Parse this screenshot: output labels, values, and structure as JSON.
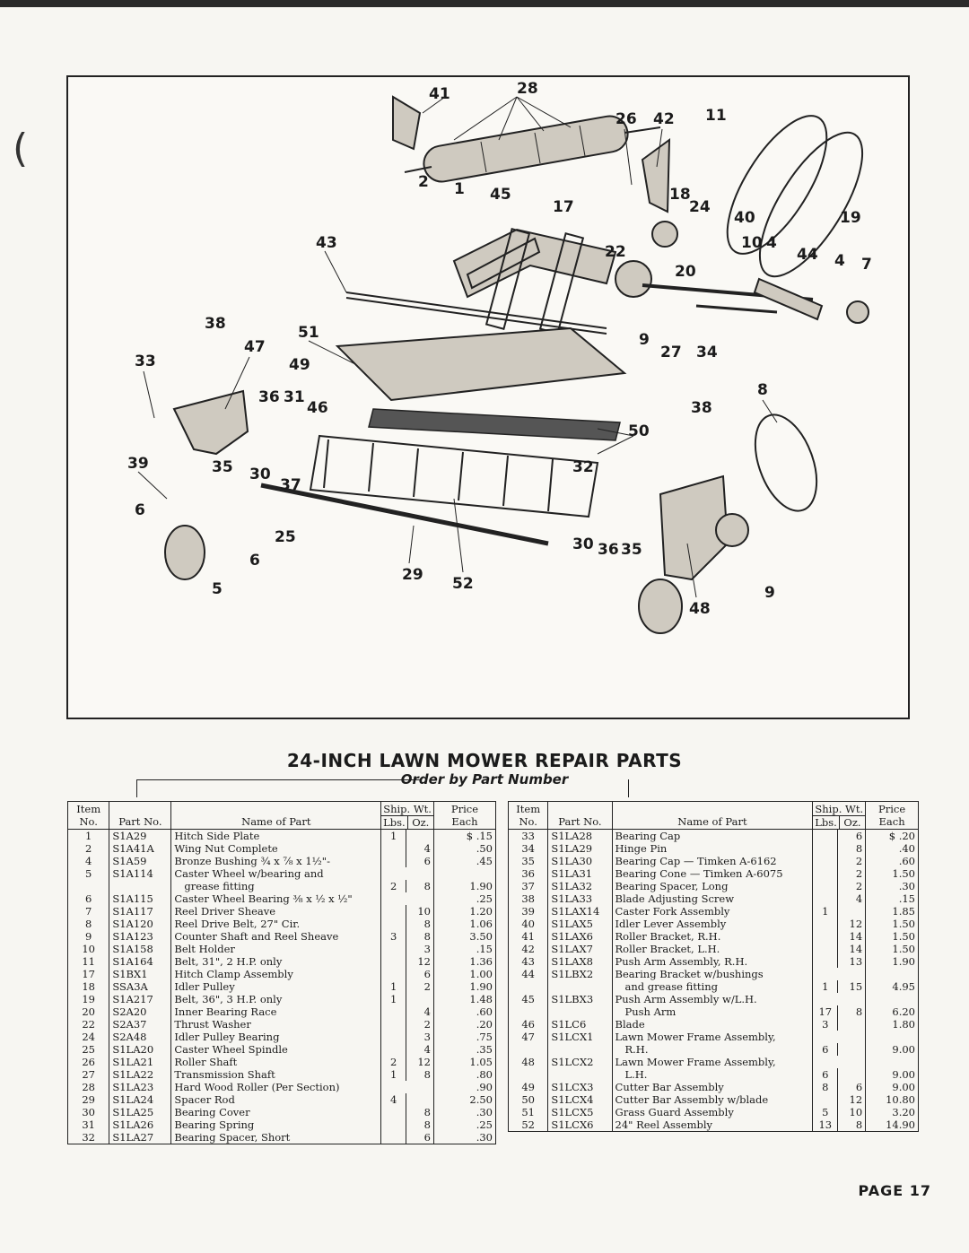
{
  "diagram": {
    "callouts": [
      "41",
      "28",
      "26",
      "42",
      "11",
      "2",
      "1",
      "45",
      "17",
      "18",
      "24",
      "40",
      "19",
      "43",
      "22",
      "10",
      "4",
      "44",
      "4",
      "7",
      "20",
      "38",
      "47",
      "51",
      "9",
      "27",
      "34",
      "33",
      "49",
      "36",
      "31",
      "46",
      "8",
      "38",
      "50",
      "39",
      "35",
      "30",
      "37",
      "32",
      "6",
      "25",
      "6",
      "5",
      "29",
      "52",
      "30",
      "36",
      "35",
      "9",
      "48"
    ]
  },
  "header": {
    "title": "24-INCH LAWN MOWER REPAIR PARTS",
    "subtitle": "Order by Part Number"
  },
  "table": {
    "headers": {
      "item": "Item No.",
      "part": "Part No.",
      "name": "Name of Part",
      "ship_wt": "Ship. Wt.",
      "lbs": "Lbs.",
      "oz": "Oz.",
      "price": "Price Each"
    },
    "left_rows": [
      {
        "item": "1",
        "part": "S1A29",
        "name": "Hitch Side Plate",
        "lbs": "1",
        "oz": "",
        "price": "$ .15"
      },
      {
        "item": "2",
        "part": "S1A41A",
        "name": "Wing Nut Complete",
        "lbs": "",
        "oz": "4",
        "price": ".50"
      },
      {
        "item": "4",
        "part": "S1A59",
        "name": "Bronze Bushing ¾ x ⅞ x 1½\"-",
        "lbs": "",
        "oz": "6",
        "price": ".45"
      },
      {
        "item": "5",
        "part": "S1A114",
        "name": "Caster Wheel w/bearing and",
        "lbs": "",
        "oz": "",
        "price": ""
      },
      {
        "item": "",
        "part": "",
        "name": "   grease fitting",
        "lbs": "2",
        "oz": "8",
        "price": "1.90"
      },
      {
        "item": "6",
        "part": "S1A115",
        "name": "Caster Wheel Bearing ⅜ x ½ x ½\"",
        "lbs": "",
        "oz": "",
        "price": ".25"
      },
      {
        "item": "7",
        "part": "S1A117",
        "name": "Reel Driver Sheave",
        "lbs": "",
        "oz": "10",
        "price": "1.20"
      },
      {
        "item": "8",
        "part": "S1A120",
        "name": "Reel Drive Belt, 27\" Cir.",
        "lbs": "",
        "oz": "8",
        "price": "1.06"
      },
      {
        "item": "9",
        "part": "S1A123",
        "name": "Counter Shaft and Reel Sheave",
        "lbs": "3",
        "oz": "8",
        "price": "3.50"
      },
      {
        "item": "10",
        "part": "S1A158",
        "name": "Belt Holder",
        "lbs": "",
        "oz": "3",
        "price": ".15"
      },
      {
        "item": "11",
        "part": "S1A164",
        "name": "Belt, 31\", 2 H.P. only",
        "lbs": "",
        "oz": "12",
        "price": "1.36"
      },
      {
        "item": "17",
        "part": "S1BX1",
        "name": "Hitch Clamp Assembly",
        "lbs": "",
        "oz": "6",
        "price": "1.00"
      },
      {
        "item": "18",
        "part": "SSA3A",
        "name": "Idler Pulley",
        "lbs": "1",
        "oz": "2",
        "price": "1.90"
      },
      {
        "item": "19",
        "part": "S1A217",
        "name": "Belt, 36\", 3 H.P. only",
        "lbs": "1",
        "oz": "",
        "price": "1.48"
      },
      {
        "item": "20",
        "part": "S2A20",
        "name": "Inner Bearing Race",
        "lbs": "",
        "oz": "4",
        "price": ".60"
      },
      {
        "item": "22",
        "part": "S2A37",
        "name": "Thrust Washer",
        "lbs": "",
        "oz": "2",
        "price": ".20"
      },
      {
        "item": "24",
        "part": "S2A48",
        "name": "Idler Pulley Bearing",
        "lbs": "",
        "oz": "3",
        "price": ".75"
      },
      {
        "item": "25",
        "part": "S1LA20",
        "name": "Caster Wheel Spindle",
        "lbs": "",
        "oz": "4",
        "price": ".35"
      },
      {
        "item": "26",
        "part": "S1LA21",
        "name": "Roller Shaft",
        "lbs": "2",
        "oz": "12",
        "price": "1.05"
      },
      {
        "item": "27",
        "part": "S1LA22",
        "name": "Transmission Shaft",
        "lbs": "1",
        "oz": "8",
        "price": ".80"
      },
      {
        "item": "28",
        "part": "S1LA23",
        "name": "Hard Wood Roller (Per Section)",
        "lbs": "",
        "oz": "",
        "price": ".90"
      },
      {
        "item": "29",
        "part": "S1LA24",
        "name": "Spacer Rod",
        "lbs": "4",
        "oz": "",
        "price": "2.50"
      },
      {
        "item": "30",
        "part": "S1LA25",
        "name": "Bearing Cover",
        "lbs": "",
        "oz": "8",
        "price": ".30"
      },
      {
        "item": "31",
        "part": "S1LA26",
        "name": "Bearing Spring",
        "lbs": "",
        "oz": "8",
        "price": ".25"
      },
      {
        "item": "32",
        "part": "S1LA27",
        "name": "Bearing Spacer, Short",
        "lbs": "",
        "oz": "6",
        "price": ".30"
      }
    ],
    "right_rows": [
      {
        "item": "33",
        "part": "S1LA28",
        "name": "Bearing Cap",
        "lbs": "",
        "oz": "6",
        "price": "$ .20"
      },
      {
        "item": "34",
        "part": "S1LA29",
        "name": "Hinge Pin",
        "lbs": "",
        "oz": "8",
        "price": ".40"
      },
      {
        "item": "35",
        "part": "S1LA30",
        "name": "Bearing Cap — Timken A-6162",
        "lbs": "",
        "oz": "2",
        "price": ".60"
      },
      {
        "item": "36",
        "part": "S1LA31",
        "name": "Bearing Cone — Timken A-6075",
        "lbs": "",
        "oz": "2",
        "price": "1.50"
      },
      {
        "item": "37",
        "part": "S1LA32",
        "name": "Bearing Spacer, Long",
        "lbs": "",
        "oz": "2",
        "price": ".30"
      },
      {
        "item": "38",
        "part": "S1LA33",
        "name": "Blade Adjusting Screw",
        "lbs": "",
        "oz": "4",
        "price": ".15"
      },
      {
        "item": "39",
        "part": "S1LAX14",
        "name": "Caster Fork Assembly",
        "lbs": "1",
        "oz": "",
        "price": "1.85"
      },
      {
        "item": "40",
        "part": "S1LAX5",
        "name": "Idler Lever Assembly",
        "lbs": "",
        "oz": "12",
        "price": "1.50"
      },
      {
        "item": "41",
        "part": "S1LAX6",
        "name": "Roller Bracket, R.H.",
        "lbs": "",
        "oz": "14",
        "price": "1.50"
      },
      {
        "item": "42",
        "part": "S1LAX7",
        "name": "Roller Bracket, L.H.",
        "lbs": "",
        "oz": "14",
        "price": "1.50"
      },
      {
        "item": "43",
        "part": "S1LAX8",
        "name": "Push Arm Assembly, R.H.",
        "lbs": "",
        "oz": "13",
        "price": "1.90"
      },
      {
        "item": "44",
        "part": "S1LBX2",
        "name": "Bearing Bracket w/bushings",
        "lbs": "",
        "oz": "",
        "price": ""
      },
      {
        "item": "",
        "part": "",
        "name": "   and grease fitting",
        "lbs": "1",
        "oz": "15",
        "price": "4.95"
      },
      {
        "item": "45",
        "part": "S1LBX3",
        "name": "Push Arm Assembly w/L.H.",
        "lbs": "",
        "oz": "",
        "price": ""
      },
      {
        "item": "",
        "part": "",
        "name": "   Push Arm",
        "lbs": "17",
        "oz": "8",
        "price": "6.20"
      },
      {
        "item": "46",
        "part": "S1LC6",
        "name": "Blade",
        "lbs": "3",
        "oz": "",
        "price": "1.80"
      },
      {
        "item": "47",
        "part": "S1LCX1",
        "name": "Lawn Mower Frame Assembly,",
        "lbs": "",
        "oz": "",
        "price": ""
      },
      {
        "item": "",
        "part": "",
        "name": "   R.H.",
        "lbs": "6",
        "oz": "",
        "price": "9.00"
      },
      {
        "item": "48",
        "part": "S1LCX2",
        "name": "Lawn Mower Frame Assembly,",
        "lbs": "",
        "oz": "",
        "price": ""
      },
      {
        "item": "",
        "part": "",
        "name": "   L.H.",
        "lbs": "6",
        "oz": "",
        "price": "9.00"
      },
      {
        "item": "49",
        "part": "S1LCX3",
        "name": "Cutter Bar Assembly",
        "lbs": "8",
        "oz": "6",
        "price": "9.00"
      },
      {
        "item": "50",
        "part": "S1LCX4",
        "name": "Cutter Bar Assembly w/blade",
        "lbs": "",
        "oz": "12",
        "price": "10.80"
      },
      {
        "item": "51",
        "part": "S1LCX5",
        "name": "Grass Guard Assembly",
        "lbs": "5",
        "oz": "10",
        "price": "3.20"
      },
      {
        "item": "52",
        "part": "S1LCX6",
        "name": "24\" Reel Assembly",
        "lbs": "13",
        "oz": "8",
        "price": "14.90"
      }
    ]
  },
  "footer": {
    "page": "PAGE 17"
  }
}
